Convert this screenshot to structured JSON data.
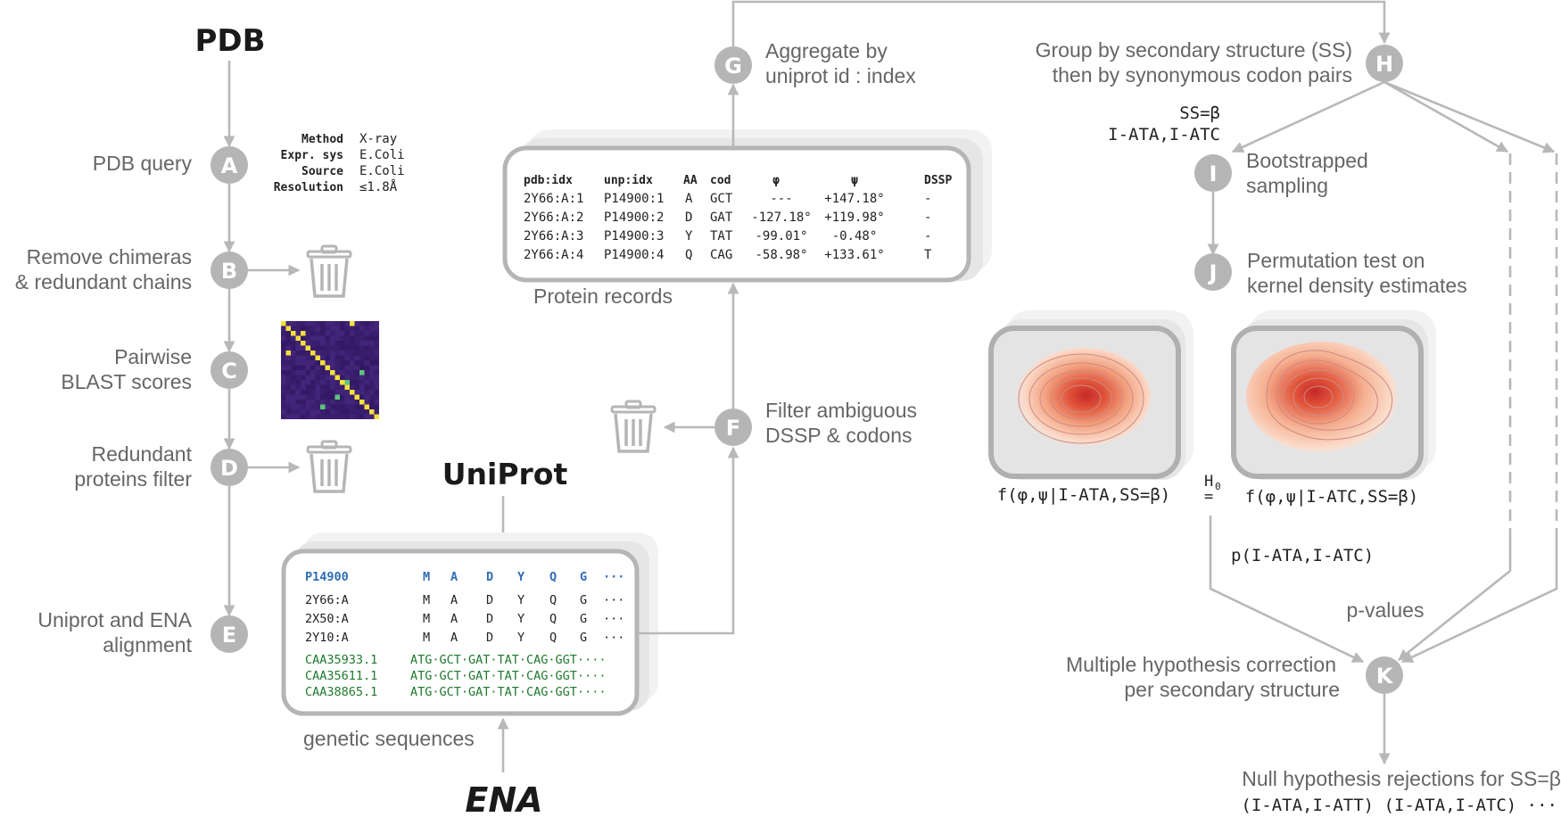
{
  "sources": {
    "pdb": "PDB",
    "uniprot": "UniProt",
    "ena": "ENA"
  },
  "nodes": [
    {
      "letter": "A",
      "label": [
        "PDB query"
      ]
    },
    {
      "letter": "B",
      "label": [
        "Remove chimeras",
        "& redundant chains"
      ]
    },
    {
      "letter": "C",
      "label": [
        "Pairwise",
        "BLAST scores"
      ]
    },
    {
      "letter": "D",
      "label": [
        "Redundant",
        "proteins filter"
      ]
    },
    {
      "letter": "E",
      "label": [
        "Uniprot and ENA",
        "alignment"
      ]
    },
    {
      "letter": "F",
      "label": [
        "Filter ambiguous",
        "DSSP & codons"
      ]
    },
    {
      "letter": "G",
      "label": [
        "Aggregate by",
        "uniprot id : index"
      ]
    },
    {
      "letter": "H",
      "label": [
        "Group by secondary structure (SS)",
        "then by synonymous codon pairs"
      ]
    },
    {
      "letter": "I",
      "label": [
        "Bootstrapped",
        "sampling"
      ]
    },
    {
      "letter": "J",
      "label": [
        "Permutation test on",
        "kernel density estimates"
      ]
    },
    {
      "letter": "K",
      "label": [
        "Multiple hypothesis correction",
        "per secondary structure"
      ]
    }
  ],
  "query_params": [
    {
      "key": "Method",
      "value": "X-ray"
    },
    {
      "key": "Expr. sys",
      "value": "E.Coli"
    },
    {
      "key": "Source",
      "value": "E.Coli"
    },
    {
      "key": "Resolution",
      "value": "≤1.8Å"
    }
  ],
  "protein_records": {
    "caption": "Protein records",
    "headers": [
      "pdb:idx",
      "unp:idx",
      "AA",
      "cod",
      "φ",
      "ψ",
      "DSSP"
    ],
    "rows": [
      [
        "2Y66:A:1",
        "P14900:1",
        "A",
        "GCT",
        "---",
        "+147.18°",
        "-"
      ],
      [
        "2Y66:A:2",
        "P14900:2",
        "D",
        "GAT",
        "-127.18°",
        "+119.98°",
        "-"
      ],
      [
        "2Y66:A:3",
        "P14900:3",
        "Y",
        "TAT",
        "-99.01°",
        "-0.48°",
        "-"
      ],
      [
        "2Y66:A:4",
        "P14900:4",
        "Q",
        "CAG",
        "-58.98°",
        "+133.61°",
        "T"
      ]
    ]
  },
  "alignment": {
    "caption": "genetic sequences",
    "uniprot_row": {
      "id": "P14900",
      "residues": [
        "M",
        "A",
        "D",
        "Y",
        "Q",
        "G",
        "···"
      ]
    },
    "pdb_rows": [
      {
        "id": "2Y66:A",
        "residues": [
          "M",
          "A",
          "D",
          "Y",
          "Q",
          "G",
          "···"
        ]
      },
      {
        "id": "2X50:A",
        "residues": [
          "M",
          "A",
          "D",
          "Y",
          "Q",
          "G",
          "···"
        ]
      },
      {
        "id": "2Y10:A",
        "residues": [
          "M",
          "A",
          "D",
          "Y",
          "Q",
          "G",
          "···"
        ]
      }
    ],
    "ena_rows": [
      {
        "id": "CAA35933.1",
        "codons": "ATG·GCT·GAT·TAT·CAG·GGT····"
      },
      {
        "id": "CAA35611.1",
        "codons": "ATG·GCT·GAT·TAT·CAG·GGT····"
      },
      {
        "id": "CAA38865.1",
        "codons": "ATG·GCT·GAT·TAT·CAG·GGT····"
      }
    ]
  },
  "ss_label": "SS=β",
  "codon_pair_label": "I-ATA,I-ATC",
  "kde_labels": [
    "f(φ,ψ|I-ATA,SS=β)",
    "f(φ,ψ|I-ATC,SS=β)"
  ],
  "h0_label": "H",
  "h0_sub": "0",
  "h0_eq": "=",
  "pvalue_expr": "p(I-ATA,I-ATC)",
  "pvalues_label": "p-values",
  "result": {
    "title": "Null hypothesis rejections for SS=β",
    "pairs": "(I-ATA,I-ATT) (I-ATA,I-ATC) ···"
  },
  "colors": {
    "node": "#b5b5b5",
    "arrow": "#b8b8b8",
    "label": "#666666",
    "uniprot_blue": "#2f6db5",
    "ena_green": "#1f7a2e",
    "heatmap_bg": "#3b1f72",
    "heatmap_diag": "#f3e13a",
    "heatmap_green": "#5fc47a",
    "kde_core": "#c62828"
  },
  "icons": [
    "trash-icon",
    "heatmap-icon",
    "kde-plot-icon"
  ]
}
